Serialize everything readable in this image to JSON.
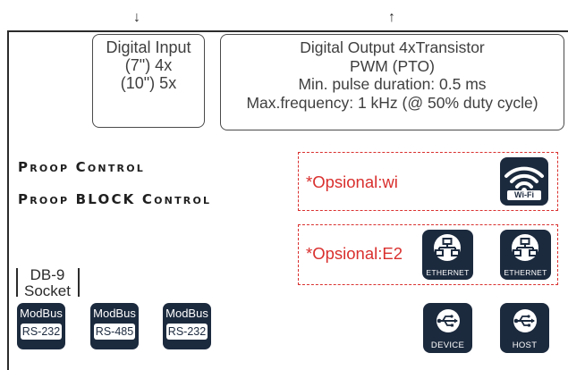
{
  "digital_input": {
    "title": "Digital Input",
    "line2": "(7\") 4x",
    "line3": "(10\") 5x"
  },
  "digital_output": {
    "title": "Digital Output 4xTransistor",
    "line2": "PWM (PTO)",
    "line3": "Min. pulse duration: 0.5 ms",
    "line4": "Max.frequency: 1 kHz (@ 50% duty cycle)"
  },
  "controls": {
    "proop_control": "Proop Control",
    "proop_block_control": "Proop BLOCK Control"
  },
  "optional_wifi": {
    "label": "*Opsional:wi",
    "icon": "wifi-icon",
    "icon_caption": "Wi-Fi"
  },
  "optional_ethernet": {
    "label": "*Opsional:E2",
    "icons": [
      {
        "icon": "ethernet-icon",
        "caption": "ETHERNET"
      },
      {
        "icon": "ethernet-icon",
        "caption": "ETHERNET"
      }
    ]
  },
  "db9": {
    "line1": "DB-9",
    "line2": "Socket"
  },
  "modbus_ports": [
    {
      "top": "ModBus",
      "bottom": "RS-232"
    },
    {
      "top": "ModBus",
      "bottom": "RS-485"
    },
    {
      "top": "ModBus",
      "bottom": "RS-232"
    }
  ],
  "usb_ports": [
    {
      "icon": "usb-icon",
      "caption": "DEVICE"
    },
    {
      "icon": "usb-icon",
      "caption": "HOST"
    }
  ],
  "colors": {
    "accent_red": "#d9302e",
    "icon_navy": "#1c2a3e",
    "frame": "#2b2b2b"
  }
}
